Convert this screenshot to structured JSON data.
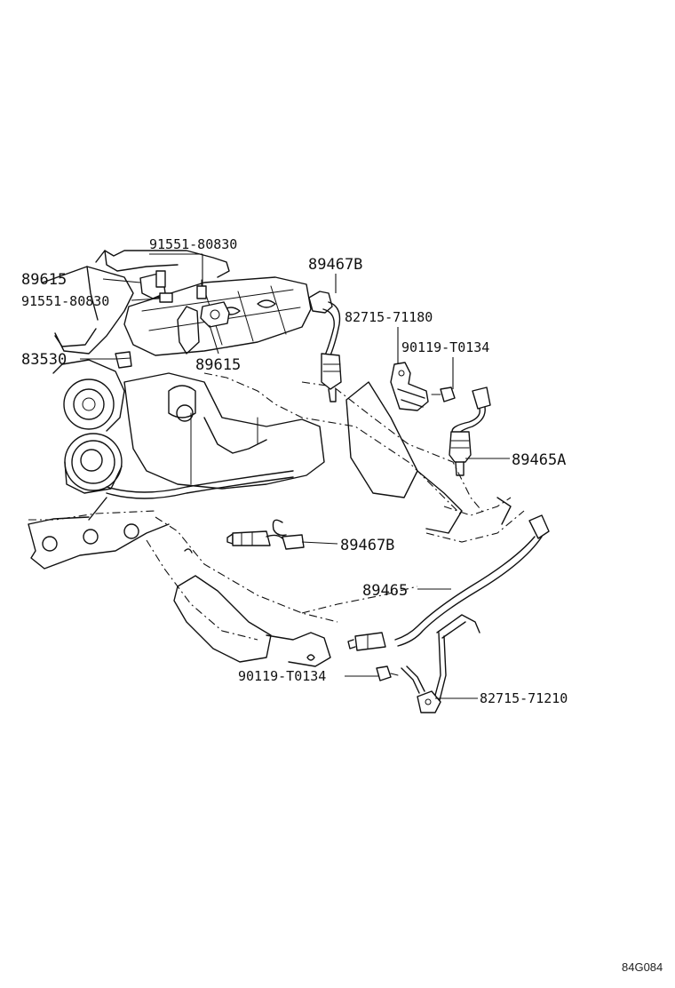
{
  "labels": {
    "p91551_top": "91551-80830",
    "p89615_top": "89615",
    "p91551_left": "91551-80830",
    "p83530": "83530",
    "p89615_mid": "89615",
    "p89467B_top": "89467B",
    "p82715_71180": "82715-71180",
    "p90119_top": "90119-T0134",
    "p89465A": "89465A",
    "p89467B_mid": "89467B",
    "p89465": "89465",
    "p90119_bottom": "90119-T0134",
    "p82715_71210": "82715-71210"
  },
  "footer": {
    "code": "84G084"
  }
}
